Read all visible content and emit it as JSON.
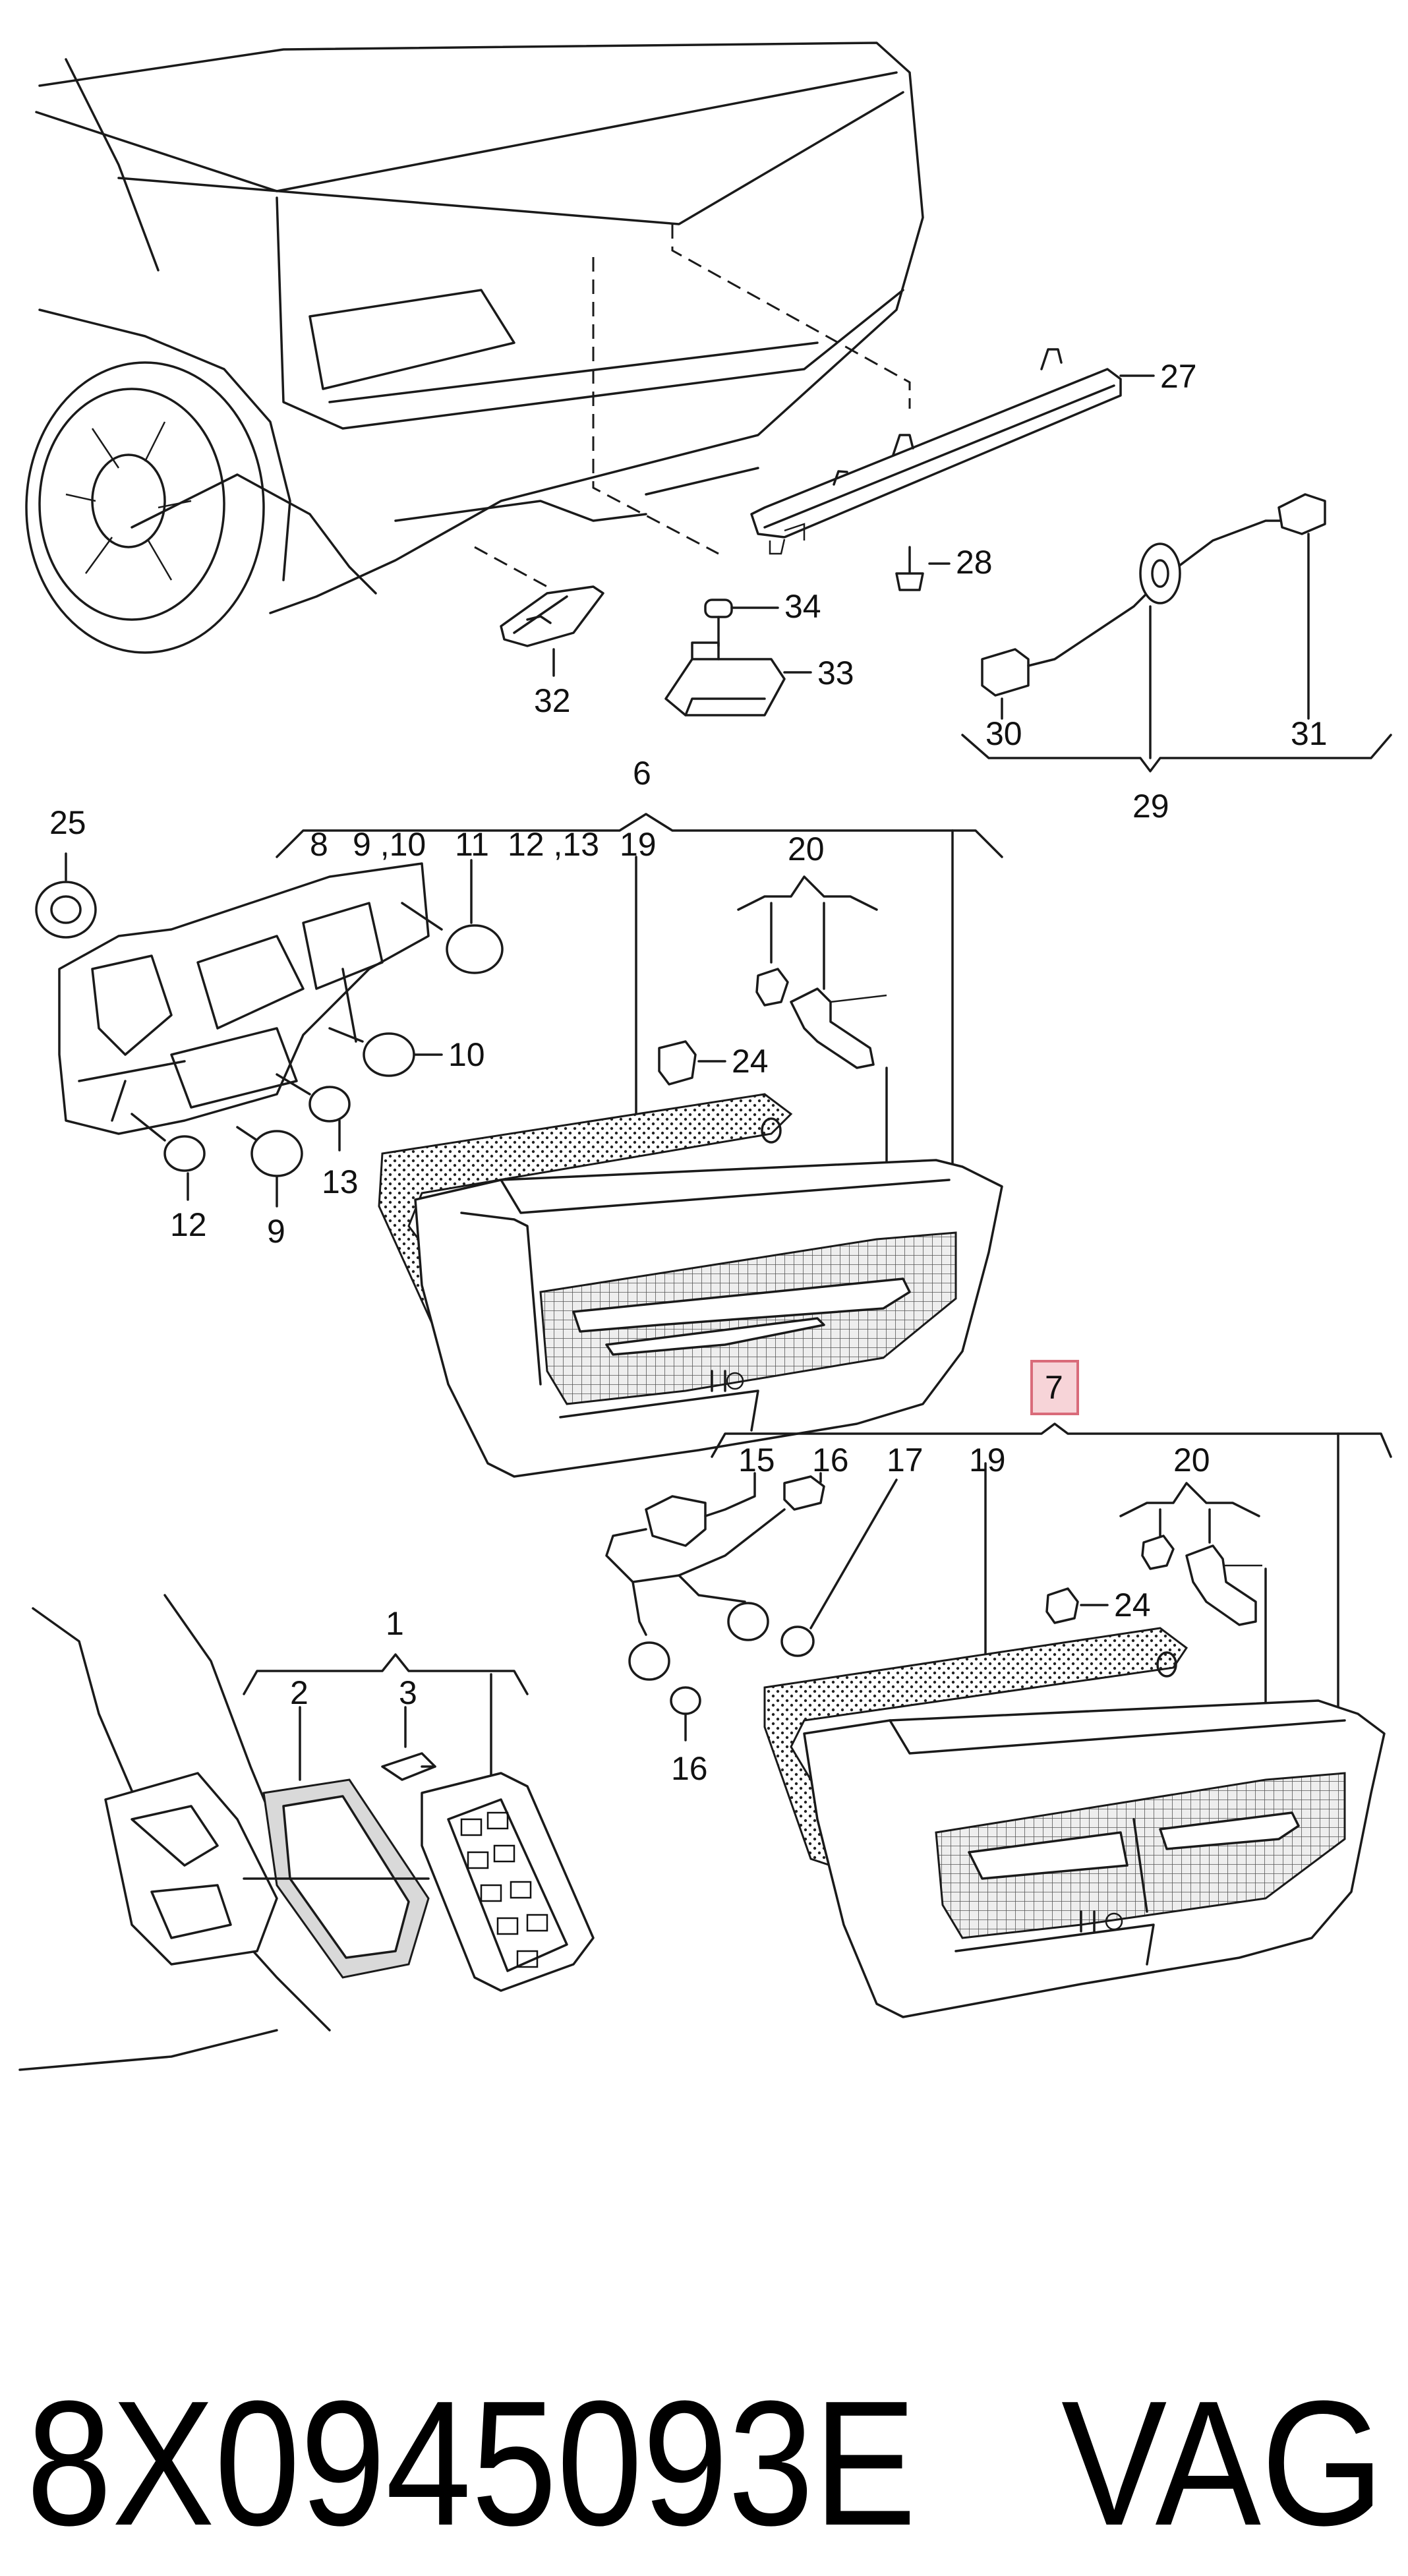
{
  "callouts": {
    "c1": "1",
    "c2": "2",
    "c3": "3",
    "c6": "6",
    "c7": "7",
    "c8": "8",
    "c9_10": "9 ,10",
    "c11": "11",
    "c12_13": "12 ,13",
    "c19a": "19",
    "c20a": "20",
    "c24a": "24",
    "c10": "10",
    "c13": "13",
    "c12": "12",
    "c9": "9",
    "c25": "25",
    "c27": "27",
    "c28": "28",
    "c34": "34",
    "c33": "33",
    "c32": "32",
    "c30": "30",
    "c31": "31",
    "c29": "29",
    "c15": "15",
    "c16a": "16",
    "c17": "17",
    "c19b": "19",
    "c20b": "20",
    "c24b": "24",
    "c16b": "16"
  },
  "part_number": "8X0945093E",
  "brand": "VAG",
  "highlight_color": "#f7d4d8"
}
